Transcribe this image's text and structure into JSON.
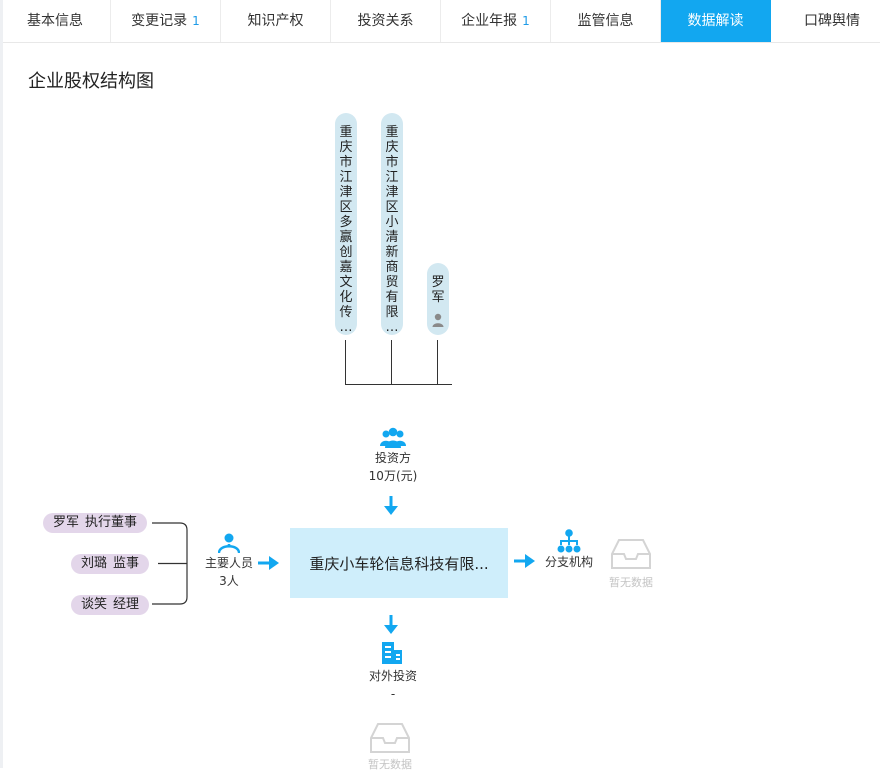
{
  "tabs": [
    {
      "label": "基本信息",
      "badge": ""
    },
    {
      "label": "变更记录",
      "badge": "1"
    },
    {
      "label": "知识产权",
      "badge": ""
    },
    {
      "label": "投资关系",
      "badge": ""
    },
    {
      "label": "企业年报",
      "badge": "1"
    },
    {
      "label": "监管信息",
      "badge": ""
    },
    {
      "label": "数据解读",
      "badge": "",
      "active": true
    },
    {
      "label": "口碑舆情",
      "badge": ""
    }
  ],
  "section_title": "企业股权结构图",
  "shareholders": [
    {
      "name_chars": [
        "重",
        "庆",
        "市",
        "江",
        "津",
        "区",
        "多",
        "赢",
        "创",
        "嘉",
        "文",
        "化",
        "传",
        "…"
      ]
    },
    {
      "name_chars": [
        "重",
        "庆",
        "市",
        "江",
        "津",
        "区",
        "小",
        "清",
        "新",
        "商",
        "贸",
        "有",
        "限",
        "…"
      ]
    },
    {
      "name_chars": [
        "罗",
        "军"
      ],
      "person_icon": "person-icon"
    }
  ],
  "investor": {
    "label": "投资方",
    "amount": "10万(元)",
    "icon": "group-icon"
  },
  "company": {
    "name": "重庆小车轮信息科技有限..."
  },
  "key_people": {
    "label": "主要人员",
    "count": "3人",
    "icon": "user-icon",
    "people": [
      {
        "name": "罗军",
        "role": "执行董事"
      },
      {
        "name": "刘璐",
        "role": "监事"
      },
      {
        "name": "谈笑",
        "role": "经理"
      }
    ]
  },
  "branches": {
    "label": "分支机构",
    "empty_text": "暂无数据",
    "icon": "org-chart-icon"
  },
  "outward": {
    "label": "对外投资",
    "value": "-",
    "empty_text": "暂无数据",
    "icon": "building-icon"
  },
  "colors": {
    "accent": "#12a7f0",
    "pill": "#d2e8f1",
    "center": "#cfeefb",
    "person_tag": "#e3d6ea"
  }
}
